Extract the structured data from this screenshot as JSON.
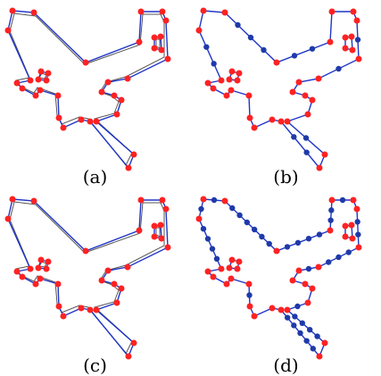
{
  "figure": {
    "panels": [
      {
        "id": "a",
        "caption": "(a)",
        "variant": "sparse-vertices",
        "show_original_outline": true
      },
      {
        "id": "b",
        "caption": "(b)",
        "variant": "dense-vertices",
        "show_original_outline": false
      },
      {
        "id": "c",
        "caption": "(c)",
        "variant": "sparse-vertices",
        "show_original_outline": true
      },
      {
        "id": "d",
        "caption": "(d)",
        "variant": "very-dense-vertices",
        "show_original_outline": false
      }
    ],
    "colors": {
      "polygon_line": "#1f35c8",
      "original_outline": "#555555",
      "corner_vertex": "#ff2222",
      "extra_vertex": "#1f3aa8"
    }
  }
}
